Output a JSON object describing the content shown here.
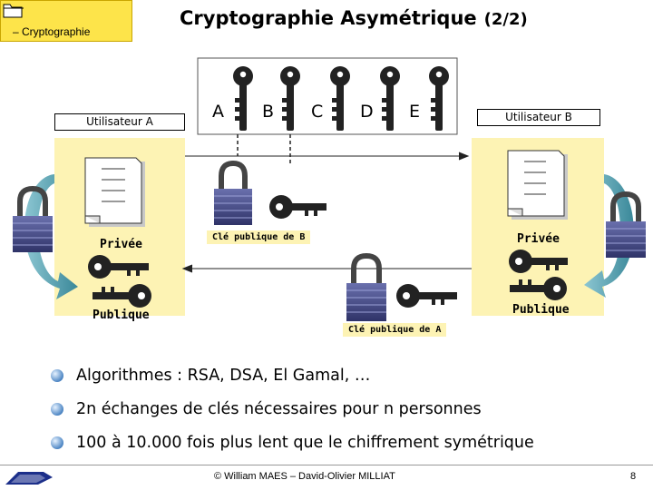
{
  "header": {
    "section": "Cryptographie",
    "title": "Cryptographie Asymétrique",
    "page_part": "(2/2)"
  },
  "diagram": {
    "user_a": "Utilisateur A",
    "user_b": "Utilisateur B",
    "key_letters": [
      "A",
      "B",
      "C",
      "D",
      "E"
    ],
    "private_label": "Privée",
    "public_label": "Publique",
    "public_key_b": "Clé publique de B",
    "public_key_a": "Clé publique de A"
  },
  "bullets": [
    "Algorithmes : RSA, DSA, El Gamal, …",
    "2n échanges de clés nécessaires pour n personnes",
    "100 à 10.000 fois plus lent que le chiffrement symétrique"
  ],
  "footer": {
    "credit": "© William MAES – David-Olivier MILLIAT",
    "page": "8"
  },
  "colors": {
    "accent_yellow": "#fde44a",
    "panel_yellow": "#fdf3b4",
    "lock_blue": "#4a4f8c",
    "key_gray": "#333333",
    "arrow_teal": "#5aa3b3"
  }
}
